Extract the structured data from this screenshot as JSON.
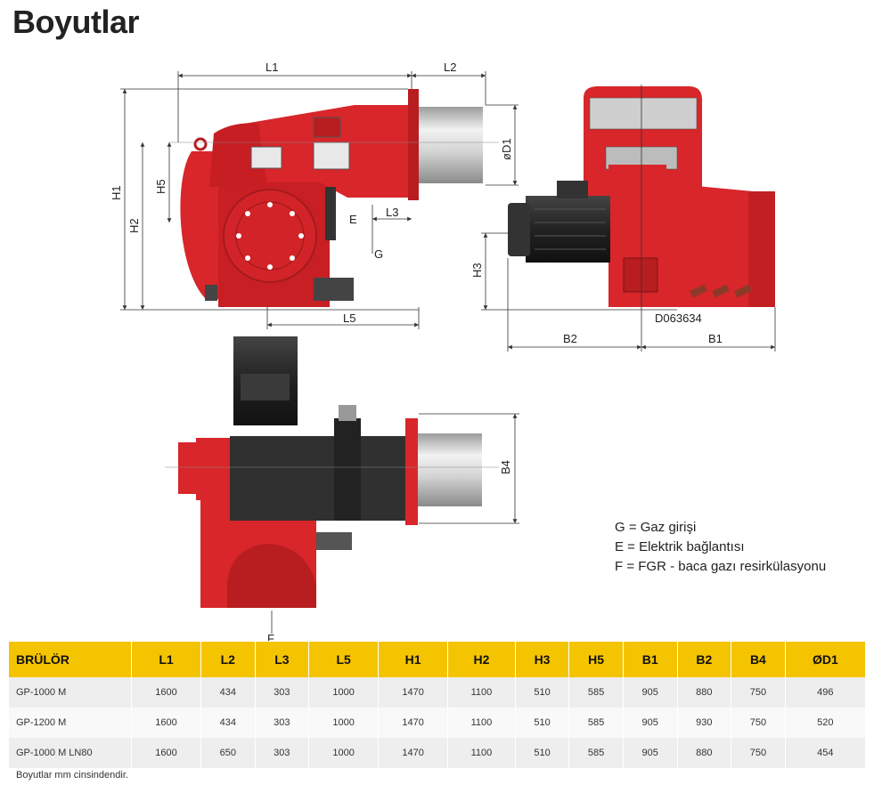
{
  "title": "Boyutlar",
  "drawing": {
    "labels": {
      "L1": "L1",
      "L2": "L2",
      "L3": "L3",
      "L5": "L5",
      "H1": "H1",
      "H2": "H2",
      "H3": "H3",
      "H5": "H5",
      "B1": "B1",
      "B2": "B2",
      "B4": "B4",
      "D1": "øD1",
      "E": "E",
      "G": "G",
      "F": "F",
      "code": "D063634"
    }
  },
  "legend": [
    "G = Gaz girişi",
    "E = Elektrik bağlantısı",
    "F = FGR - baca gazı resirkülasyonu"
  ],
  "table": {
    "headers": [
      "BRÜLÖR",
      "L1",
      "L2",
      "L3",
      "L5",
      "H1",
      "H2",
      "H3",
      "H5",
      "B1",
      "B2",
      "B4",
      "ØD1"
    ],
    "rows": [
      [
        "GP-1000 M",
        "1600",
        "434",
        "303",
        "1000",
        "1470",
        "1100",
        "510",
        "585",
        "905",
        "880",
        "750",
        "496"
      ],
      [
        "GP-1200 M",
        "1600",
        "434",
        "303",
        "1000",
        "1470",
        "1100",
        "510",
        "585",
        "905",
        "930",
        "750",
        "520"
      ],
      [
        "GP-1000 M LN80",
        "1600",
        "650",
        "303",
        "1000",
        "1470",
        "1100",
        "510",
        "585",
        "905",
        "880",
        "750",
        "454"
      ]
    ]
  },
  "note": "Boyutlar mm cinsindendir.",
  "colors": {
    "accent": "#f5c400",
    "burner_red": "#d8262a",
    "motor_black": "#2a2a2a"
  }
}
